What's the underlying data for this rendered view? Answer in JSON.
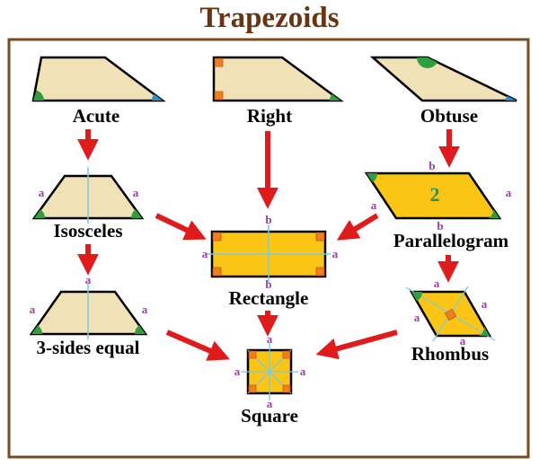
{
  "title": "Trapezoids",
  "shapes": {
    "acute": "Acute",
    "right": "Right",
    "obtuse": "Obtuse",
    "isosceles": "Isosceles",
    "rectangle": "Rectangle",
    "parallelogram": "Parallelogram",
    "three_sides_equal": "3-sides equal",
    "square": "Square",
    "rhombus": "Rhombus"
  },
  "side_labels": {
    "a": "a",
    "b": "b",
    "two": "2"
  },
  "colors": {
    "title": "#6b3410",
    "frame": "#7b4a1e",
    "trapezoid_fill": "#f0e2b6",
    "quad_fill": "#fbc515",
    "arrow": "#e01b1b",
    "green_angle": "#2e9e3e",
    "blue_angle": "#2b8fd6",
    "right_angle": "#f07f1f",
    "side_label": "#9b3fa7",
    "diagonal": "#7fc9e0"
  }
}
